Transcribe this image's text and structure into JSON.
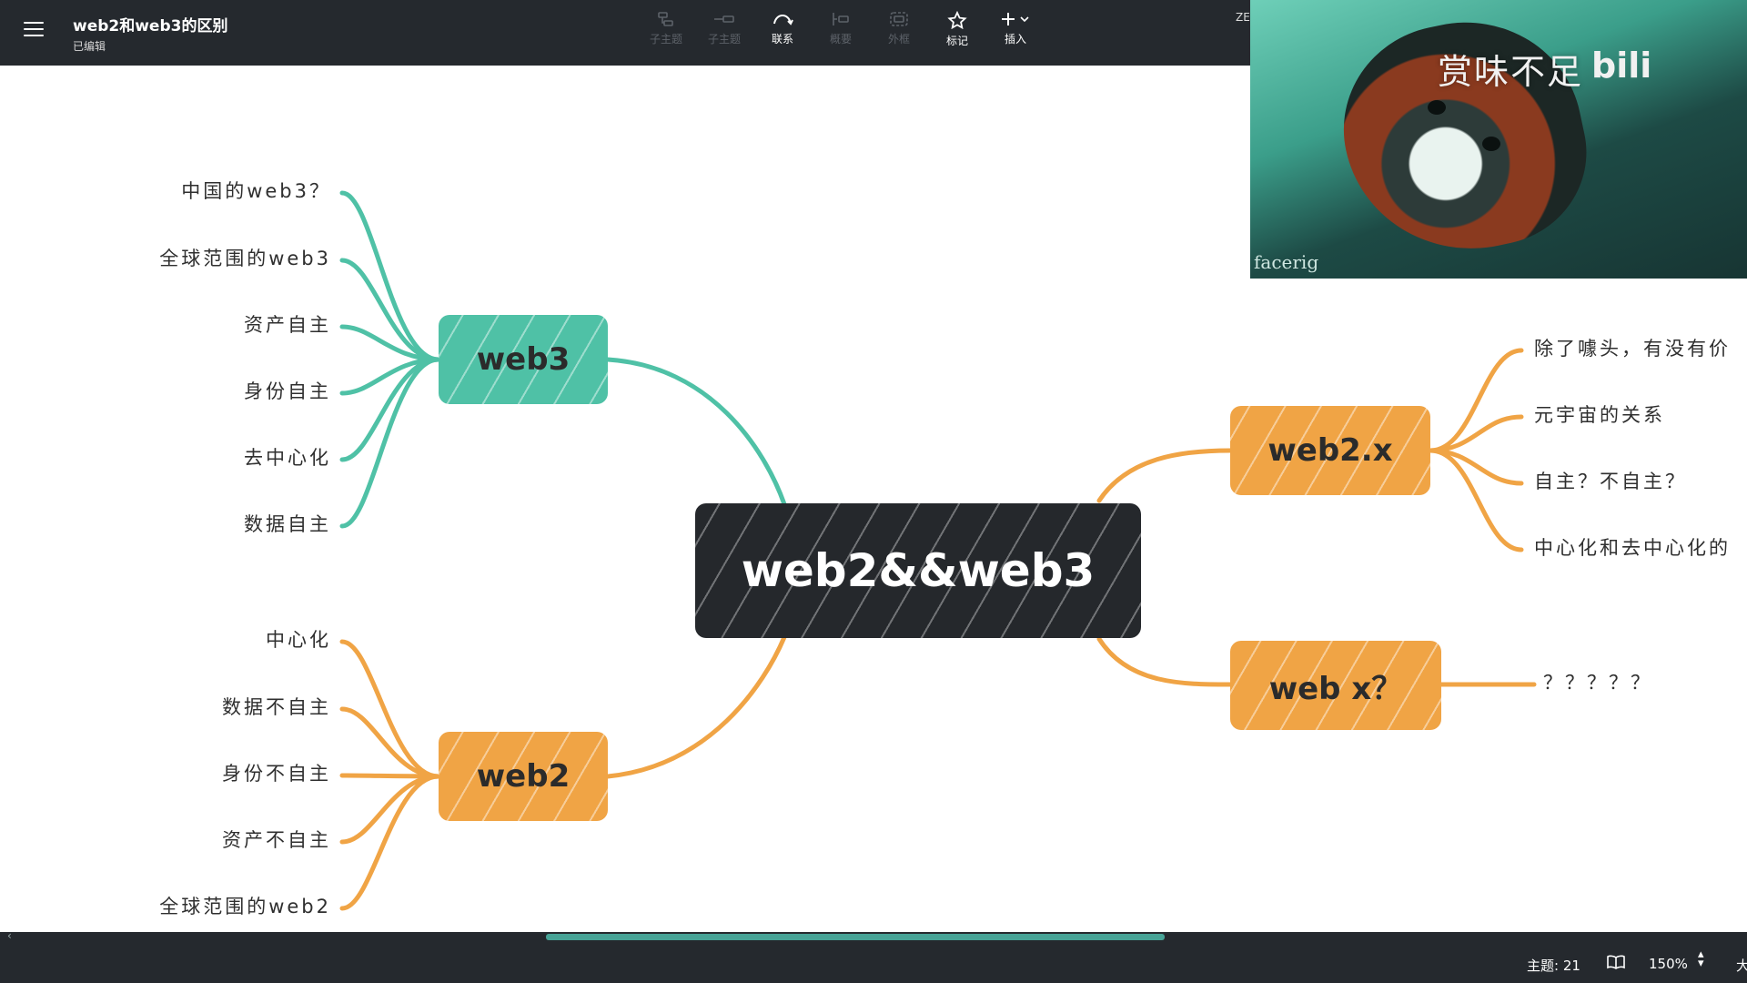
{
  "header": {
    "title": "web2和web3的区别",
    "status": "已编辑",
    "tools": [
      {
        "label": "子主题",
        "icon": "subtopic-icon",
        "enabled": false
      },
      {
        "label": "子主题",
        "icon": "sibling-topic-icon",
        "enabled": false
      },
      {
        "label": "联系",
        "icon": "relationship-icon",
        "enabled": true
      },
      {
        "label": "概要",
        "icon": "summary-icon",
        "enabled": false
      },
      {
        "label": "外框",
        "icon": "boundary-icon",
        "enabled": false
      },
      {
        "label": "标记",
        "icon": "star-icon",
        "enabled": true
      },
      {
        "label": "插入",
        "icon": "plus-icon",
        "enabled": true
      }
    ],
    "zen_stub": "ZE"
  },
  "mindmap": {
    "root": "web2&&web3",
    "web3": {
      "label": "web3",
      "leaves": [
        "中国的web3？",
        "全球范围的web3",
        "资产自主",
        "身份自主",
        "去中心化",
        "数据自主"
      ]
    },
    "web2": {
      "label": "web2",
      "leaves": [
        "中心化",
        "数据不自主",
        "身份不自主",
        "资产不自主",
        "全球范围的web2"
      ]
    },
    "web2x": {
      "label": "web2.x",
      "leaves": [
        "除了噱头，有没有价",
        "元宇宙的关系",
        "自主？不自主？",
        "中心化和去中心化的"
      ]
    },
    "webx": {
      "label": "web x？",
      "leaves": [
        "？？？？？"
      ]
    },
    "colors": {
      "teal": "#4fc1a6",
      "orange": "#f0a445",
      "root": "#25282c"
    }
  },
  "video_overlay": {
    "caption": "赏味不足",
    "logo": "bili",
    "watermark": "facerig"
  },
  "statusbar": {
    "topics": "主题: 21",
    "zoom": "150%",
    "edge": "大"
  }
}
